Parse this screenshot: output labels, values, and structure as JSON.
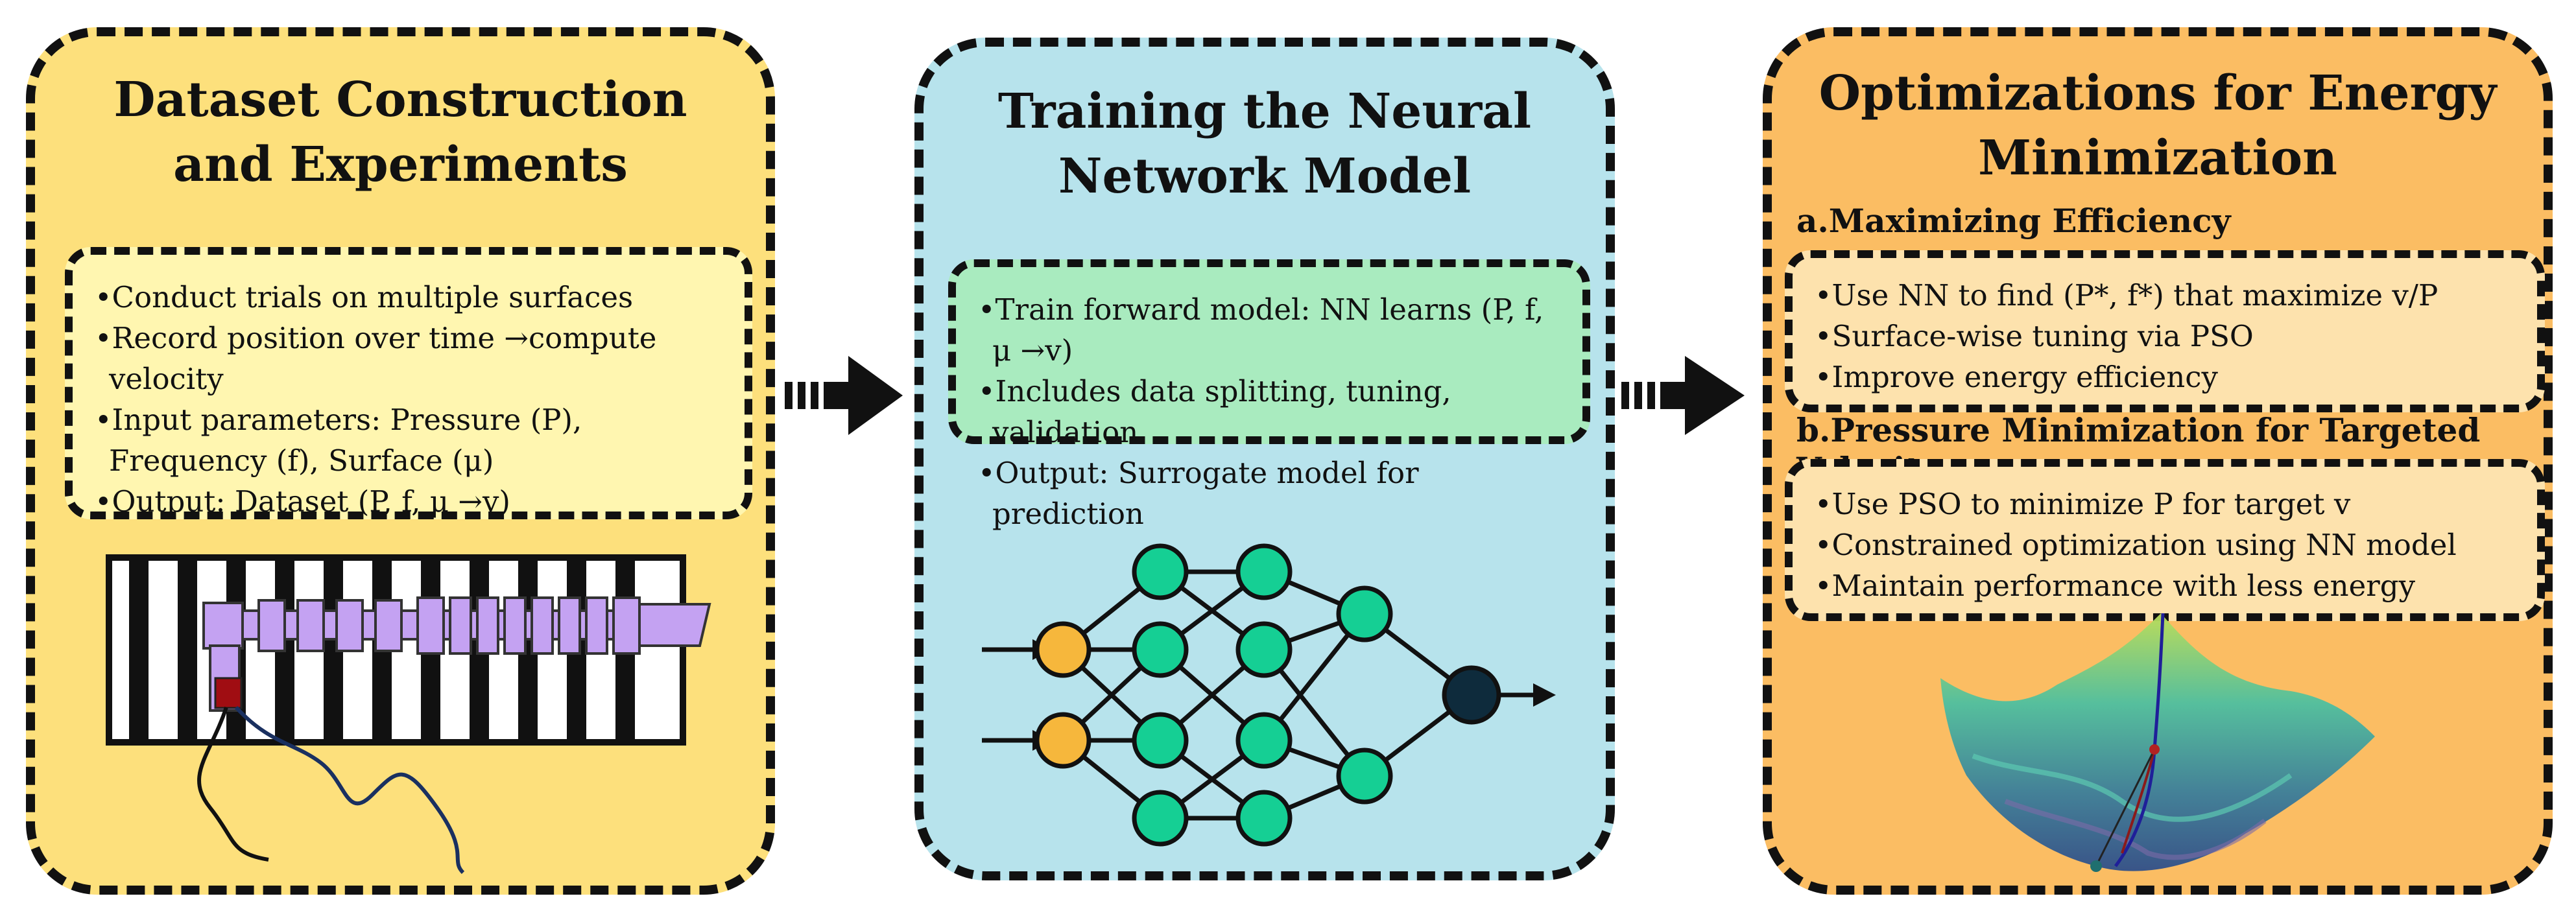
{
  "panels": [
    {
      "title_lines": [
        "Dataset Construction",
        "and Experiments"
      ],
      "bullets": [
        "Conduct trials on multiple surfaces",
        "Record position over time →compute velocity",
        "Input parameters: Pressure (P), Frequency (f), Surface (μ)",
        "Output: Dataset (P, f, μ →v)"
      ]
    },
    {
      "title_lines": [
        "Training the Neural",
        "Network Model"
      ],
      "bullets": [
        "Train forward model: NN learns (P, f, μ →v)",
        "Includes data splitting, tuning, validation",
        "Output: Surrogate model for prediction"
      ]
    },
    {
      "title_lines": [
        "Optimizations for Energy",
        "Minimization"
      ],
      "sections": [
        {
          "heading": "a.Maximizing Efficiency",
          "bullets": [
            "Use NN to find (P*, f*)  that maximize v/P",
            "Surface-wise tuning via PSO",
            "Improve energy efficiency"
          ]
        },
        {
          "heading": "b.Pressure Minimization for Targeted Velocity",
          "bullets": [
            "Use PSO to minimize P for target v",
            "Constrained optimization using NN model",
            "Maintain performance with less energy"
          ]
        }
      ]
    }
  ],
  "colors": {
    "panel1": "#fde07c",
    "panel2": "#b7e3ec",
    "panel3": "#fbbd63",
    "robot": "#c4a2f2",
    "input_node": "#f6b73c",
    "hidden_node": "#15cf94",
    "output_node": "#0e2b3c"
  }
}
